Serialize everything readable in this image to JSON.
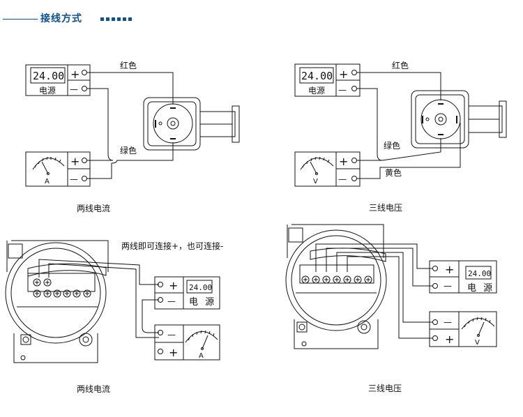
{
  "header": {
    "title": "接线方式"
  },
  "diagrams": {
    "top_left": {
      "display_value": "24.00",
      "power_label": "电源",
      "wire_red": "红色",
      "wire_green": "绿色",
      "meter_unit": "A",
      "caption": "两线电流"
    },
    "top_right": {
      "display_value": "24.00",
      "power_label": "电源",
      "wire_red": "红色",
      "wire_green": "绿色",
      "wire_yellow": "黄色",
      "meter_unit": "V",
      "caption": "三线电压"
    },
    "bottom_left": {
      "note": "两线即可连接+，也可连接-",
      "display_value": "24.00",
      "power_label": "电 源",
      "meter_unit": "A",
      "caption": "两线电流"
    },
    "bottom_right": {
      "display_value": "24.00",
      "power_label": "电 源",
      "meter_unit": "V",
      "caption": "三线电压"
    }
  },
  "symbols": {
    "plus": "+",
    "minus": "—"
  },
  "colors": {
    "title": "#0d4f8f",
    "line": "#111111"
  }
}
